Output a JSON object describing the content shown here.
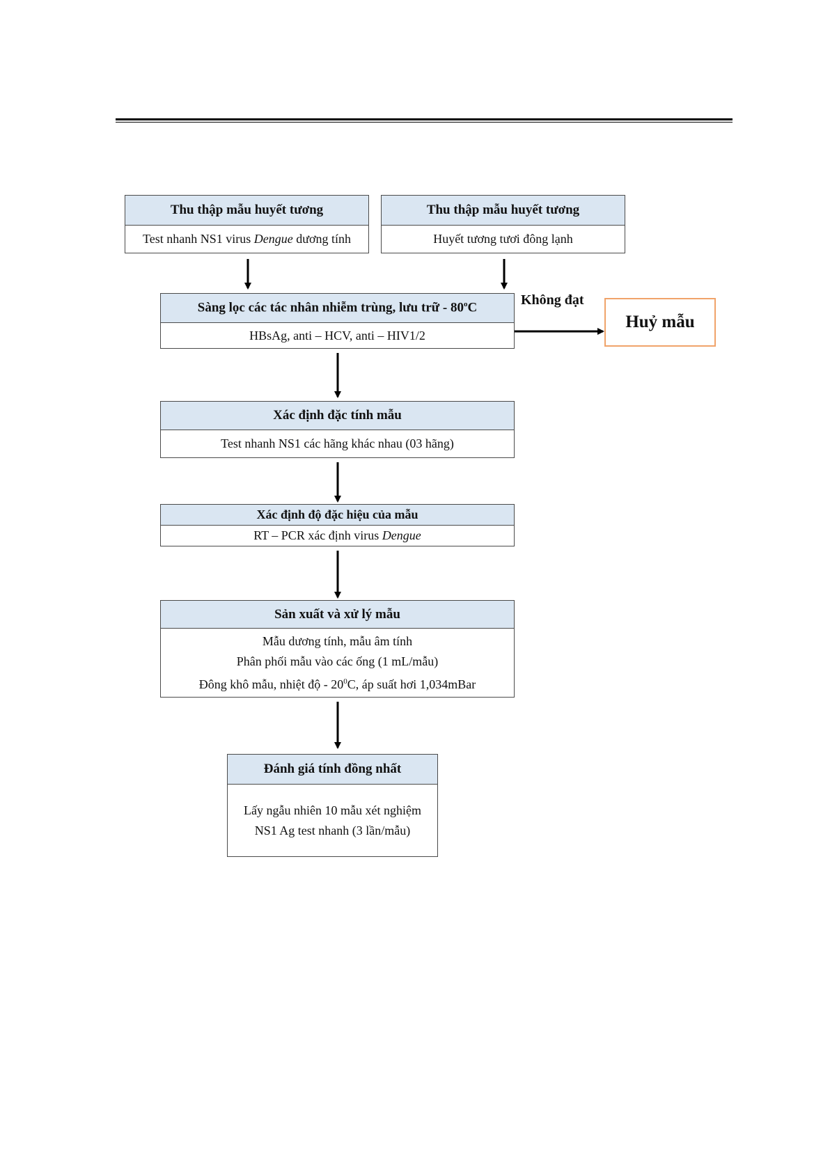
{
  "boxes": {
    "collect_ns1": {
      "title": "Thu thập mẫu huyết tương",
      "body_pre": "Test nhanh NS1 virus ",
      "body_italic": "Dengue",
      "body_post": " dương tính"
    },
    "collect_plasma": {
      "title": "Thu thập mẫu huyết tương",
      "body": "Huyết tương tươi đông lạnh"
    },
    "screening": {
      "title_pre": "Sàng lọc các tác nhân nhiễm trùng, lưu trữ - 80",
      "title_sup": "o",
      "title_post": "C",
      "body": "HBsAg, anti – HCV, anti – HIV1/2"
    },
    "characterize": {
      "title": "Xác định đặc tính mẫu",
      "body": "Test nhanh NS1 các hãng khác nhau (03 hãng)"
    },
    "specificity": {
      "title": "Xác định độ đặc hiệu của mẫu",
      "body_pre": "RT – PCR xác định virus ",
      "body_italic": "Dengue"
    },
    "production": {
      "title": "Sản xuất và xử lý mẫu",
      "line1": "Mẫu dương tính, mẫu âm tính",
      "line2": "Phân phối mẫu vào các ống (1 mL/mẫu)",
      "line3_pre": "Đông khô mẫu, nhiệt độ - 20",
      "line3_sup": "0",
      "line3_post": "C, áp suất hơi 1,034mBar"
    },
    "homogeneity": {
      "title": "Đánh giá tính đồng nhất",
      "line1": "Lấy ngẫu nhiên 10 mẫu xét nghiệm",
      "line2": "NS1 Ag test nhanh (3 lần/mẫu)"
    }
  },
  "reject": {
    "label": "Huỷ mẫu",
    "branch_label": "Không đạt"
  }
}
